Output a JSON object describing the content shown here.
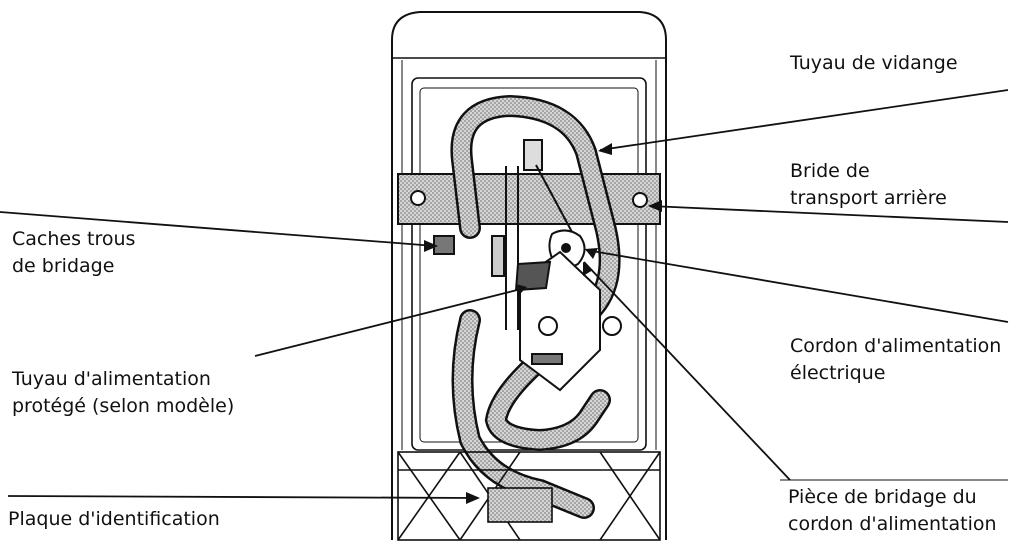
{
  "labels": {
    "tuyau_vidange": [
      "Tuyau de vidange"
    ],
    "bride_transport": [
      "Bride de",
      "transport arrière"
    ],
    "caches_trous": [
      "Caches trous",
      "de bridage"
    ],
    "cordon_alimentation": [
      "Cordon d'alimentation",
      "électrique"
    ],
    "tuyau_alimentation": [
      "Tuyau d'alimentation",
      "protégé (selon modèle)"
    ],
    "piece_bridage": [
      "Pièce de bridage du",
      "cordon d'alimentation"
    ],
    "plaque_identification": [
      "Plaque d'identification"
    ]
  },
  "colors": {
    "ink": "#111111",
    "hatch": "#8a8a8a",
    "paper": "#ffffff"
  }
}
